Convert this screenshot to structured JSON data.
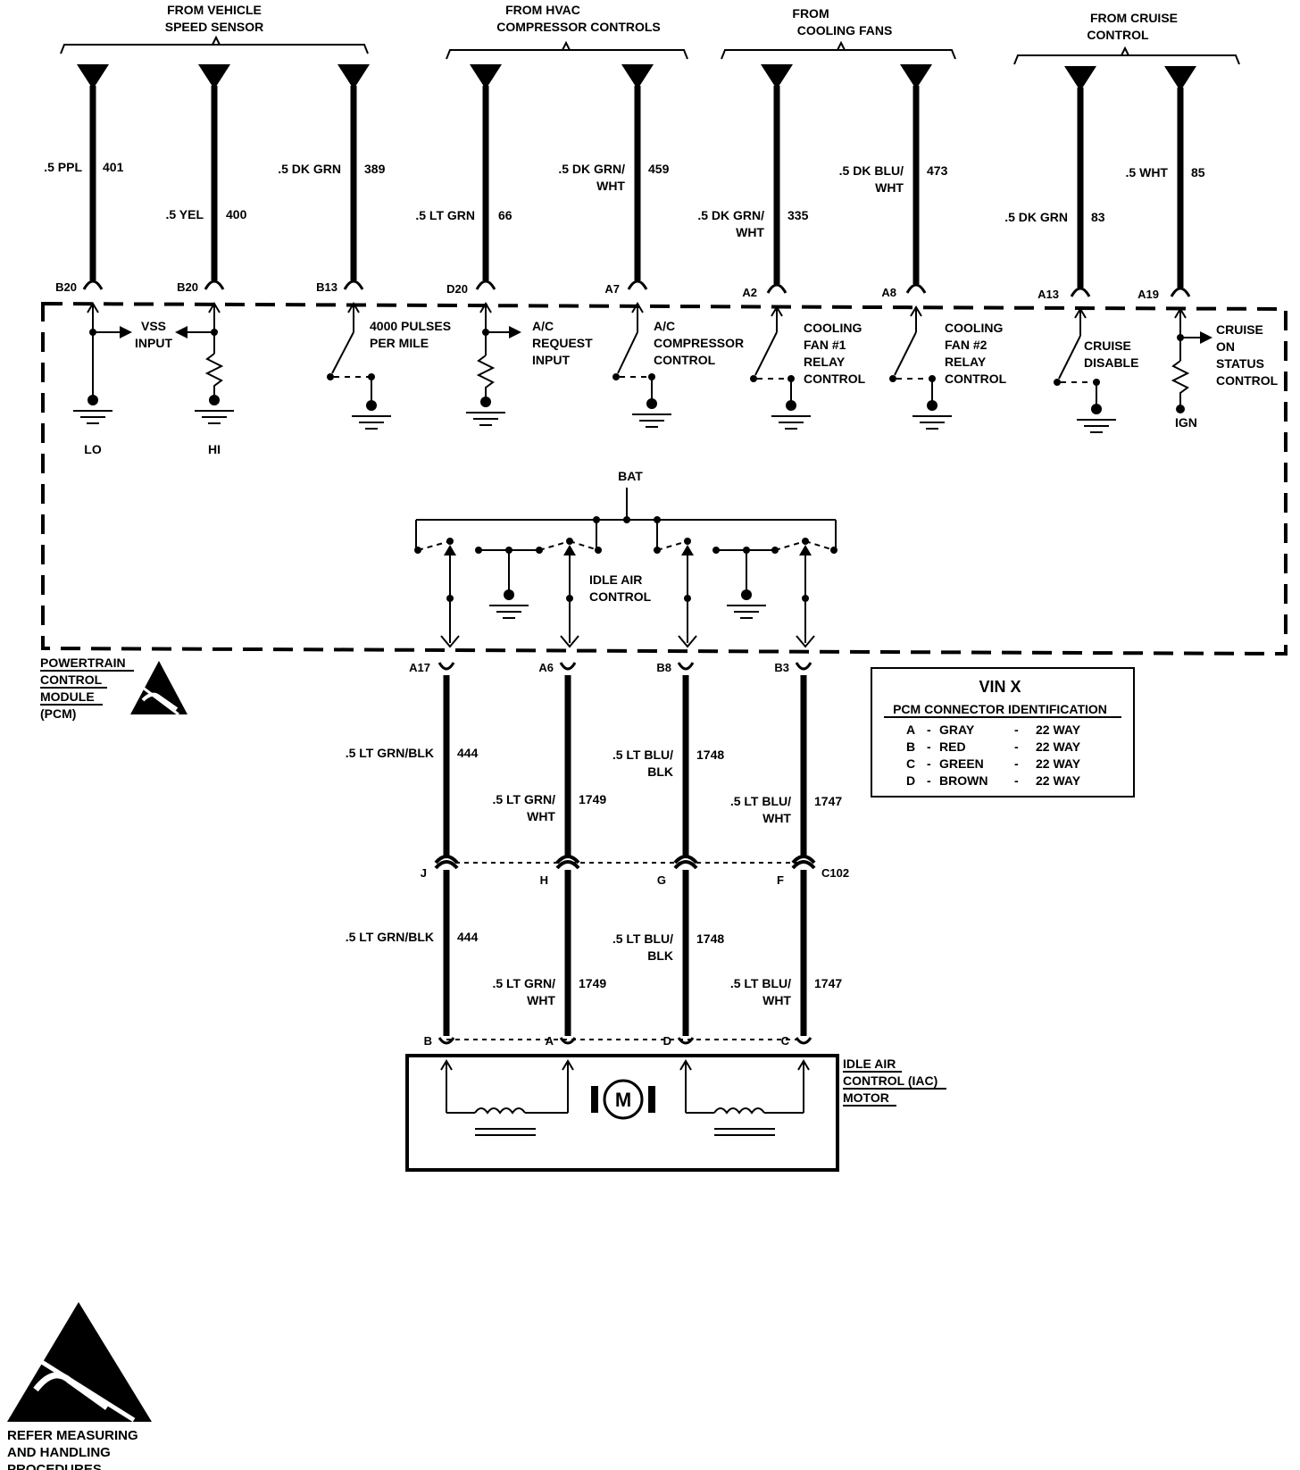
{
  "headers": {
    "vss": [
      "FROM VEHICLE",
      "SPEED SENSOR"
    ],
    "hvac": [
      "FROM HVAC",
      "COMPRESSOR CONTROLS"
    ],
    "fans": [
      "FROM",
      "COOLING FANS"
    ],
    "cruise": [
      "FROM CRUISE",
      "CONTROL"
    ]
  },
  "top_circuits": [
    {
      "wire": ".5 PPL",
      "wire2": "",
      "circuit": "401",
      "pin": "B20"
    },
    {
      "wire": ".5 YEL",
      "wire2": "",
      "circuit": "400",
      "pin": "B20"
    },
    {
      "wire": ".5 DK GRN",
      "wire2": "",
      "circuit": "389",
      "pin": "B13"
    },
    {
      "wire": ".5 LT GRN",
      "wire2": "",
      "circuit": "66",
      "pin": "D20"
    },
    {
      "wire": ".5 DK GRN/",
      "wire2": "WHT",
      "circuit": "459",
      "pin": "A7"
    },
    {
      "wire": ".5 DK GRN/",
      "wire2": "WHT",
      "circuit": "335",
      "pin": "A2"
    },
    {
      "wire": ".5 DK BLU/",
      "wire2": "WHT",
      "circuit": "473",
      "pin": "A8"
    },
    {
      "wire": ".5 DK GRN",
      "wire2": "",
      "circuit": "83",
      "pin": "A13"
    },
    {
      "wire": ".5 WHT",
      "wire2": "",
      "circuit": "85",
      "pin": "A19"
    }
  ],
  "internal_labels": {
    "vss_input": [
      "VSS",
      "INPUT"
    ],
    "lo": "LO",
    "hi": "HI",
    "pulses": [
      "4000 PULSES",
      "PER MILE"
    ],
    "ac_request": [
      "A/C",
      "REQUEST",
      "INPUT"
    ],
    "ac_compressor": [
      "A/C",
      "COMPRESSOR",
      "CONTROL"
    ],
    "fan1": [
      "COOLING",
      "FAN #1",
      "RELAY",
      "CONTROL"
    ],
    "fan2": [
      "COOLING",
      "FAN #2",
      "RELAY",
      "CONTROL"
    ],
    "cruise_disable": [
      "CRUISE",
      "DISABLE"
    ],
    "cruise_on": [
      "CRUISE",
      "ON",
      "STATUS",
      "CONTROL"
    ],
    "ign": "IGN",
    "bat": "BAT",
    "idle_air_control": [
      "IDLE AIR",
      "CONTROL"
    ]
  },
  "pcm_label": [
    "POWERTRAIN",
    "CONTROL",
    "MODULE",
    "(PCM)"
  ],
  "bottom_circuits": [
    {
      "pin": "A17",
      "wire": ".5 LT GRN/BLK",
      "wire2": "",
      "circuit": "444",
      "c102": "J",
      "iac": "B",
      "wire_b": ".5 LT GRN/BLK",
      "wire2_b": "",
      "circuit_b": "444"
    },
    {
      "pin": "A6",
      "wire": ".5 LT GRN/",
      "wire2": "WHT",
      "circuit": "1749",
      "c102": "H",
      "iac": "A",
      "wire_b": ".5 LT GRN/",
      "wire2_b": "WHT",
      "circuit_b": "1749"
    },
    {
      "pin": "B8",
      "wire": ".5 LT BLU/",
      "wire2": "BLK",
      "circuit": "1748",
      "c102": "G",
      "iac": "D",
      "wire_b": ".5 LT BLU/",
      "wire2_b": "BLK",
      "circuit_b": "1748"
    },
    {
      "pin": "B3",
      "wire": ".5 LT BLU/",
      "wire2": "WHT",
      "circuit": "1747",
      "c102": "F",
      "iac": "C",
      "wire_b": ".5 LT BLU/",
      "wire2_b": "WHT",
      "circuit_b": "1747"
    }
  ],
  "connector_c102": "C102",
  "motor_symbol": "M",
  "iac_label": [
    "IDLE AIR",
    "CONTROL (IAC)",
    "MOTOR"
  ],
  "connector_table": {
    "title": "VIN X",
    "subtitle": "PCM CONNECTOR IDENTIFICATION",
    "rows": [
      {
        "letter": "A",
        "color": "GRAY",
        "ways": "22 WAY"
      },
      {
        "letter": "B",
        "color": "RED",
        "ways": "22 WAY"
      },
      {
        "letter": "C",
        "color": "GREEN",
        "ways": "22 WAY"
      },
      {
        "letter": "D",
        "color": "BROWN",
        "ways": "22 WAY"
      }
    ]
  },
  "esd_note": [
    "REFER MEASURING",
    "AND HANDLING",
    "PROCEDURES"
  ]
}
